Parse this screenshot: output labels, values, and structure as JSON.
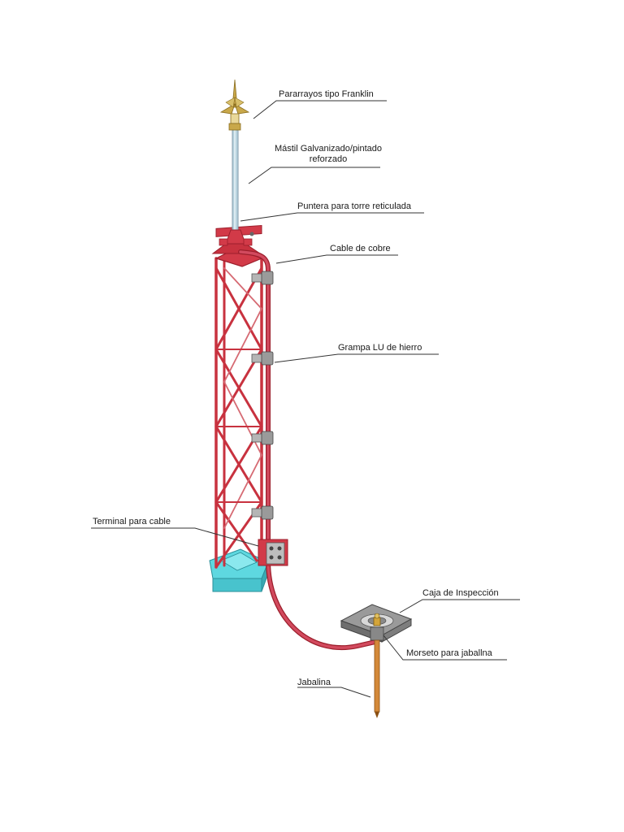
{
  "labels": {
    "franklin": "Pararrayos tipo Franklin",
    "mastil_1": "Mástil Galvanizado/pintado",
    "mastil_2": "reforzado",
    "puntera": "Puntera para torre reticulada",
    "cable": "Cable de cobre",
    "grampa": "Grampa LU de hierro",
    "terminal": "Terminal para cable",
    "caja": "Caja de Inspección",
    "morseto": "Morseto para jaballna",
    "jabalina": "Jabalina"
  },
  "colors": {
    "tower": "#d23a48",
    "tower_dark": "#9c1f2c",
    "cable": "#c5324a",
    "mast": "#b9d3df",
    "base": "#5ed8e0",
    "clamp": "#9a9a9a",
    "rod": "#d4893a",
    "leader": "#333333"
  }
}
